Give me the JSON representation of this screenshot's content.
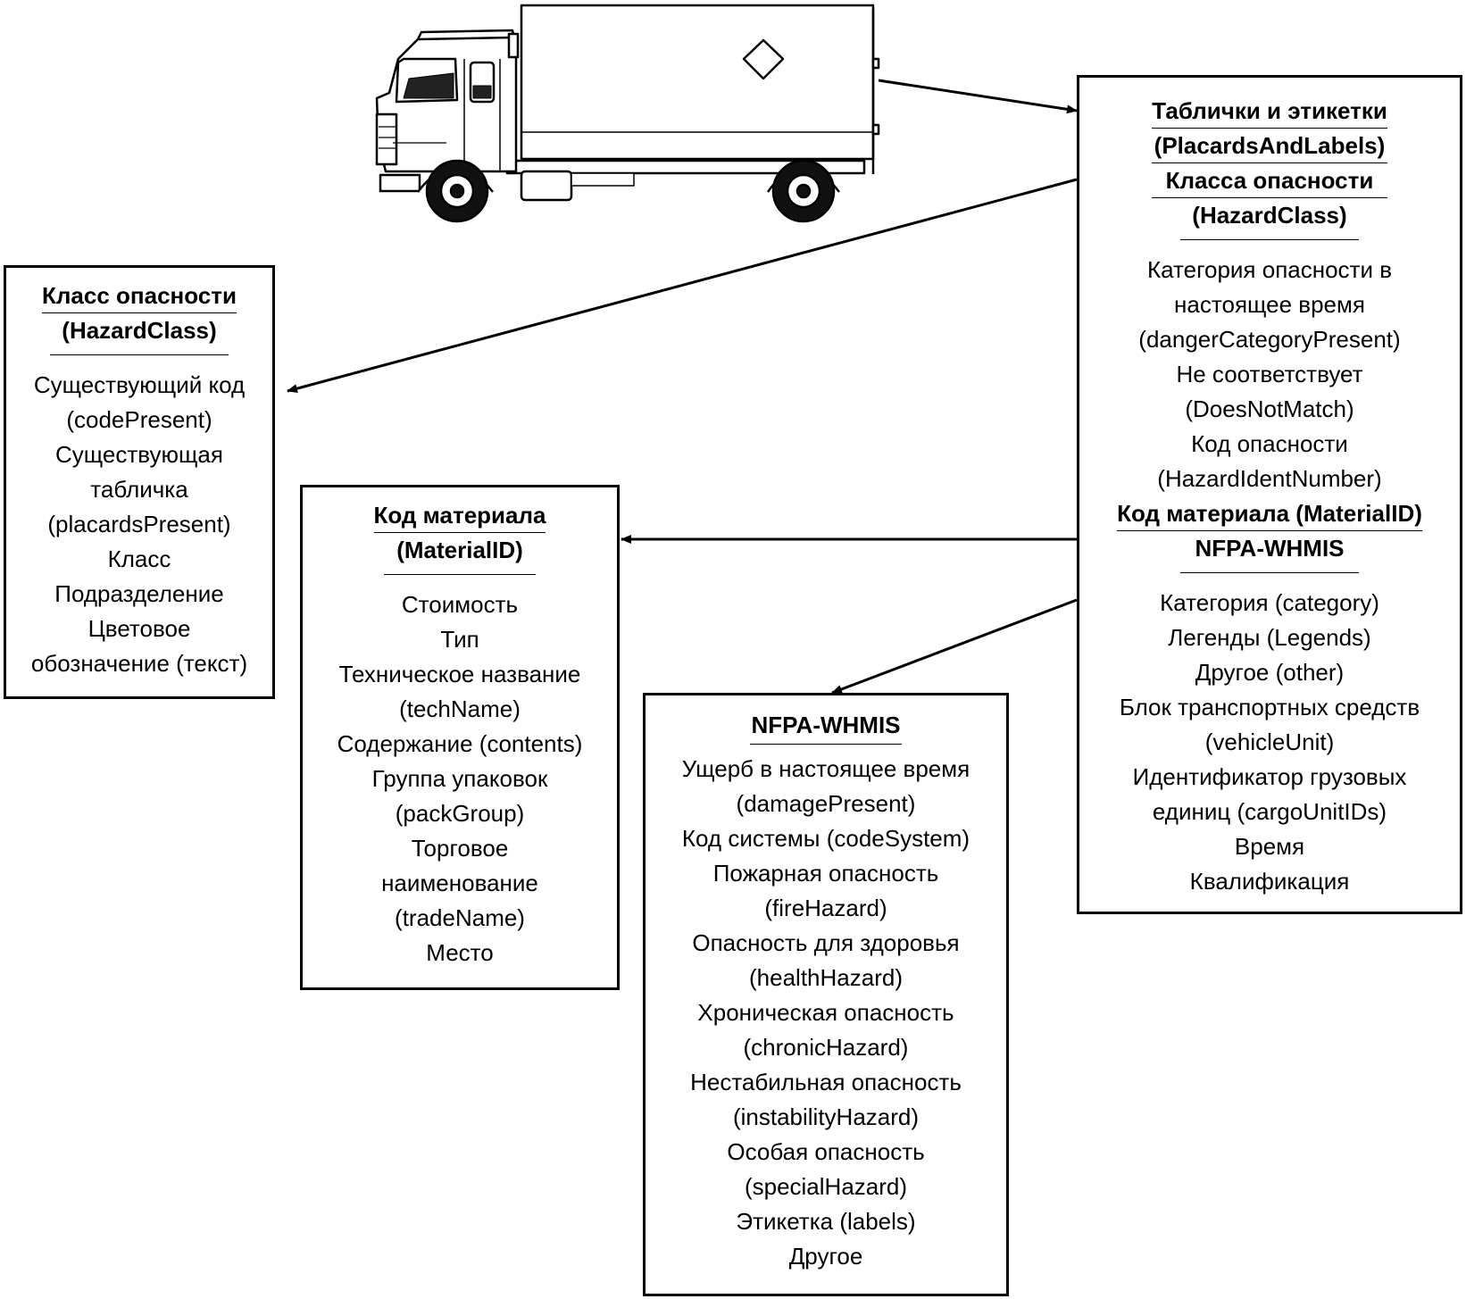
{
  "boxes": {
    "placards": {
      "title_lines": [
        "Таблички и этикетки",
        "(PlacardsAndLabels)",
        "Класса опасности",
        "(HazardClass)"
      ],
      "items": [
        "Категория опасности в",
        "настоящее время",
        "(dangerCategoryPresent)",
        "Не соответствует",
        "(DoesNotMatch)",
        "Код опасности",
        "(HazardIdentNumber)"
      ],
      "mid_title_lines": [
        "Код материала (MaterialID)",
        "NFPA-WHMIS"
      ],
      "items2": [
        "Категория (category)",
        "Легенды (Legends)",
        "Другое (other)",
        "Блок транспортных средств",
        "(vehicleUnit)",
        "Идентификатор грузовых",
        "единиц (cargoUnitIDs)",
        "Время",
        "Квалификация"
      ]
    },
    "hazard_class": {
      "title_lines": [
        "Класс опасности",
        "(HazardClass)"
      ],
      "items": [
        "Существующий код",
        "(codePresent)",
        "Существующая",
        "табличка",
        "(placardsPresent)",
        "Класс",
        "Подразделение",
        "Цветовое",
        "обозначение (текст)"
      ]
    },
    "material_id": {
      "title_lines": [
        "Код материала",
        "(MaterialID)"
      ],
      "items": [
        "Стоимость",
        "Тип",
        "Техническое название",
        "(techName)",
        "Содержание (contents)",
        "Группа упаковок",
        "(packGroup)",
        "Торговое",
        "наименование",
        "(tradeName)",
        "Место"
      ]
    },
    "nfpa": {
      "title_lines": [
        "NFPA-WHMIS"
      ],
      "items": [
        "Ущерб в настоящее время",
        "(damagePresent)",
        "Код системы (codeSystem)",
        "Пожарная опасность",
        "(fireHazard)",
        "Опасность для здоровья",
        "(healthHazard)",
        "Хроническая опасность",
        "(chronicHazard)",
        "Нестабильная опасность",
        "(instabilityHazard)",
        "Особая опасность",
        "(specialHazard)",
        "Этикетка (labels)",
        "Другое"
      ]
    }
  },
  "icons": {
    "vehicle": "truck-icon",
    "placard": "diamond-placard-icon"
  }
}
